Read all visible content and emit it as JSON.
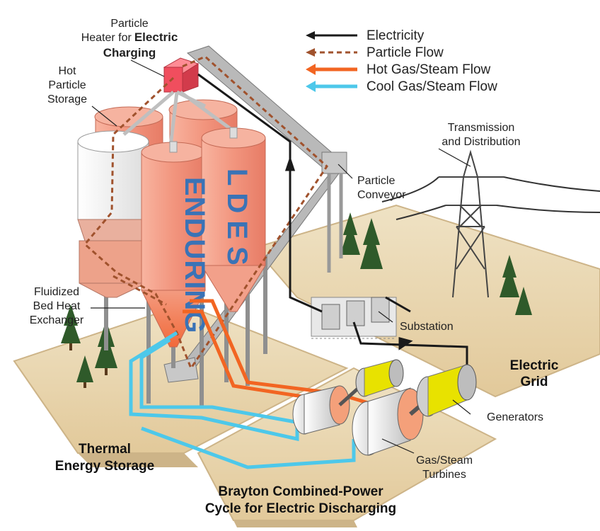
{
  "labels": {
    "heater_1": "Particle",
    "heater_2": "Heater for",
    "heater_3": "Electric",
    "heater_4": "Charging",
    "hot_1": "Hot",
    "hot_2": "Particle",
    "hot_3": "Storage",
    "conveyor_1": "Particle",
    "conveyor_2": "Conveyor",
    "fbhe_1": "Fluidized",
    "fbhe_2": "Bed Heat",
    "fbhe_3": "Exchanger",
    "trans_1": "Transmission",
    "trans_2": "and Distribution",
    "substation": "Substation",
    "grid_1": "Electric",
    "grid_2": "Grid",
    "generators": "Generators",
    "turb_1": "Gas/Steam",
    "turb_2": "Turbines",
    "tes_1": "Thermal",
    "tes_2": "Energy Storage",
    "brayton_1": "Brayton Combined-Power",
    "brayton_2": "Cycle for Electric Discharging",
    "silo_word_1": "ENDURING",
    "silo_word_2": "LDES"
  },
  "legend": [
    {
      "label": "Electricity",
      "color": "#1a1a1a",
      "style": "solid"
    },
    {
      "label": "Particle Flow",
      "color": "#a0522d",
      "style": "dashed"
    },
    {
      "label": "Hot Gas/Steam Flow",
      "color": "#f26522",
      "style": "solid"
    },
    {
      "label": "Cool Gas/Steam Flow",
      "color": "#4dc8ea",
      "style": "solid"
    }
  ],
  "colors": {
    "ground": "#e7d3ac",
    "ground_edge": "#cdb488",
    "silo_hot": "#f4a08c",
    "silo_cold": "#ffffff",
    "heater": "#f04e5e",
    "steel": "#9a9a9a",
    "tree": "#2f5a2a",
    "generator": "#e8e200"
  },
  "icons": {
    "heater": "particle-heater-icon",
    "tower": "transmission-tower-icon",
    "substation": "substation-icon",
    "generator": "generator-icon",
    "turbine": "turbine-icon",
    "tree": "pine-tree-icon"
  }
}
